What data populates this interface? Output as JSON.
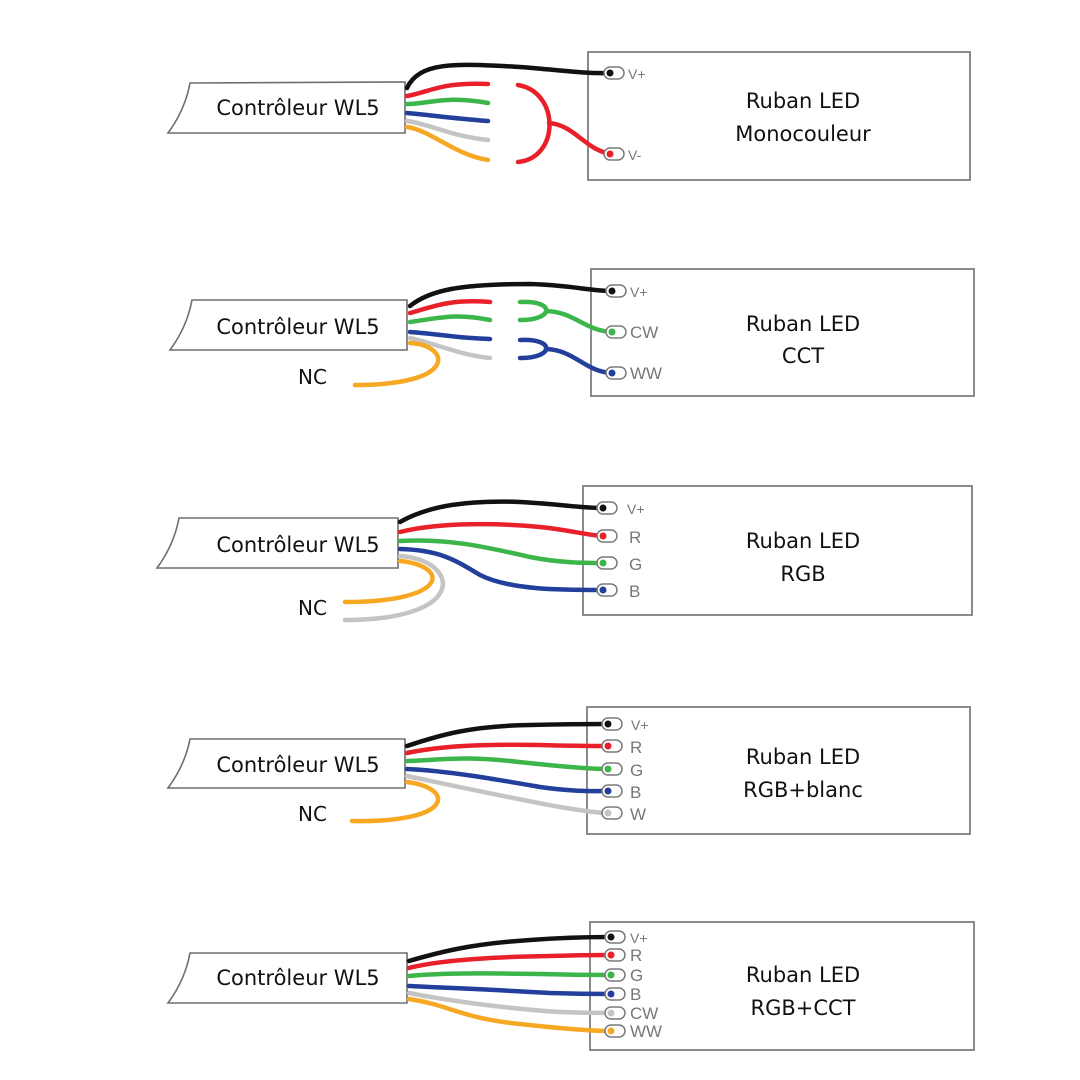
{
  "colors": {
    "black": "#111111",
    "red": "#e8202a",
    "green": "#3cb54a",
    "blue": "#233f9c",
    "grey": "#c4c4c4",
    "orange": "#f7a823"
  },
  "diagrams": [
    {
      "id": "mono",
      "controller_label": "Contrôleur WL5",
      "strip_title": "Ruban LED",
      "strip_type": "Monocouleur",
      "pins": [
        "V+",
        "V-"
      ],
      "nc_label": null,
      "connections": [
        {
          "wire": "black",
          "pin": "V+"
        },
        {
          "wire": "red",
          "pin": "V-",
          "note": "red/green/blue/white/orange bridged together"
        }
      ]
    },
    {
      "id": "cct",
      "controller_label": "Contrôleur WL5",
      "strip_title": "Ruban LED",
      "strip_type": "CCT",
      "pins": [
        "V+",
        "CW",
        "WW"
      ],
      "nc_label": "NC",
      "connections": [
        {
          "wire": "black",
          "pin": "V+"
        },
        {
          "wire": "green",
          "pin": "CW",
          "note": "red+green joined"
        },
        {
          "wire": "blue",
          "pin": "WW",
          "note": "blue+white joined"
        },
        {
          "wire": "orange",
          "pin": "NC"
        }
      ]
    },
    {
      "id": "rgb",
      "controller_label": "Contrôleur WL5",
      "strip_title": "Ruban LED",
      "strip_type": "RGB",
      "pins": [
        "V+",
        "R",
        "G",
        "B"
      ],
      "nc_label": "NC",
      "connections": [
        {
          "wire": "black",
          "pin": "V+"
        },
        {
          "wire": "red",
          "pin": "R"
        },
        {
          "wire": "green",
          "pin": "G"
        },
        {
          "wire": "blue",
          "pin": "B"
        },
        {
          "wire": "orange",
          "pin": "NC"
        },
        {
          "wire": "grey",
          "pin": "NC"
        }
      ]
    },
    {
      "id": "rgbw",
      "controller_label": "Contrôleur WL5",
      "strip_title": "Ruban LED",
      "strip_type": "RGB+blanc",
      "pins": [
        "V+",
        "R",
        "G",
        "B",
        "W"
      ],
      "nc_label": "NC",
      "connections": [
        {
          "wire": "black",
          "pin": "V+"
        },
        {
          "wire": "red",
          "pin": "R"
        },
        {
          "wire": "green",
          "pin": "G"
        },
        {
          "wire": "blue",
          "pin": "B"
        },
        {
          "wire": "grey",
          "pin": "W"
        },
        {
          "wire": "orange",
          "pin": "NC"
        }
      ]
    },
    {
      "id": "rgbcct",
      "controller_label": "Contrôleur WL5",
      "strip_title": "Ruban LED",
      "strip_type": "RGB+CCT",
      "pins": [
        "V+",
        "R",
        "G",
        "B",
        "CW",
        "WW"
      ],
      "nc_label": null,
      "connections": [
        {
          "wire": "black",
          "pin": "V+"
        },
        {
          "wire": "red",
          "pin": "R"
        },
        {
          "wire": "green",
          "pin": "G"
        },
        {
          "wire": "blue",
          "pin": "B"
        },
        {
          "wire": "grey",
          "pin": "CW"
        },
        {
          "wire": "orange",
          "pin": "WW"
        }
      ]
    }
  ]
}
